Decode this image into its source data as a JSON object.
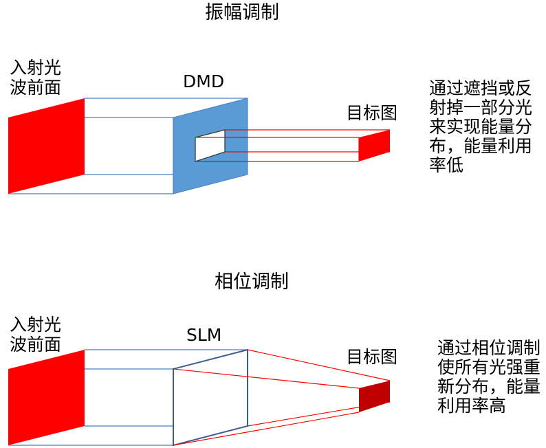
{
  "amplitude": {
    "title": "振幅调制",
    "source_label_line1": "入射光",
    "source_label_line2": "波前面",
    "device_label": "DMD",
    "target_label": "目标图",
    "description_lines": [
      "通过遮挡或反",
      "射掉一部分光",
      "来实现能量分",
      "布，能量利用",
      "率低"
    ],
    "colors": {
      "wavefront": "#ff0000",
      "device": "#5b9bd5",
      "target": "#ff0000",
      "outline": "#4a7ebb",
      "ray": "#ff0000"
    }
  },
  "phase": {
    "title": "相位调制",
    "source_label_line1": "入射光",
    "source_label_line2": "波前面",
    "device_label": "SLM",
    "target_label": "目标图",
    "description_lines": [
      "通过相位调制",
      "使所有光强重",
      "新分布，能量",
      "利用率高"
    ],
    "colors": {
      "wavefront": "#ff0000",
      "device_outline": "#3b5f8a",
      "target": "#c00000",
      "outline": "#4a7ebb",
      "ray": "#ff0000"
    }
  }
}
